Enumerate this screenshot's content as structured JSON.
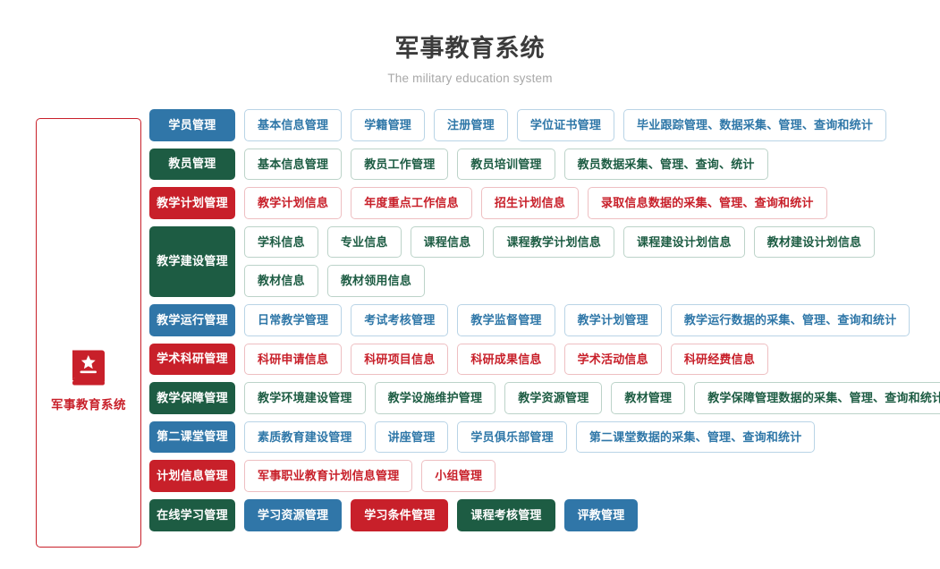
{
  "header": {
    "title": "军事教育系统",
    "subtitle": "The military education system"
  },
  "sidebar": {
    "icon": "book-star-icon",
    "label": "军事教育系统",
    "border_color": "#c8202a"
  },
  "colors": {
    "blue": "#3076a8",
    "green": "#1d5c43",
    "red": "#c8202a",
    "title": "#3b3b3b",
    "subtitle": "#a8a8a8"
  },
  "rows": [
    {
      "category": "学员管理",
      "color": "blue",
      "style": "outline",
      "lines": [
        [
          "基本信息管理",
          "学籍管理",
          "注册管理",
          "学位证书管理",
          "毕业跟踪管理、数据采集、管理、查询和统计"
        ]
      ]
    },
    {
      "category": "教员管理",
      "color": "green",
      "style": "outline",
      "lines": [
        [
          "基本信息管理",
          "教员工作管理",
          "教员培训管理",
          "教员数据采集、管理、查询、统计"
        ]
      ]
    },
    {
      "category": "教学计划管理",
      "color": "red",
      "style": "outline",
      "lines": [
        [
          "教学计划信息",
          "年度重点工作信息",
          "招生计划信息",
          "录取信息数据的采集、管理、查询和统计"
        ]
      ]
    },
    {
      "category": "教学建设管理",
      "color": "green",
      "style": "outline",
      "lines": [
        [
          "学科信息",
          "专业信息",
          "课程信息",
          "课程教学计划信息",
          "课程建设计划信息",
          "教材建设计划信息"
        ],
        [
          "教材信息",
          "教材领用信息"
        ]
      ]
    },
    {
      "category": "教学运行管理",
      "color": "blue",
      "style": "outline",
      "lines": [
        [
          "日常教学管理",
          "考试考核管理",
          "教学监督管理",
          "教学计划管理",
          "教学运行数据的采集、管理、查询和统计"
        ]
      ]
    },
    {
      "category": "学术科研管理",
      "color": "red",
      "style": "outline",
      "lines": [
        [
          "科研申请信息",
          "科研项目信息",
          "科研成果信息",
          "学术活动信息",
          "科研经费信息"
        ]
      ]
    },
    {
      "category": "教学保障管理",
      "color": "green",
      "style": "outline",
      "lines": [
        [
          "教学环境建设管理",
          "教学设施维护管理",
          "教学资源管理",
          "教材管理",
          "教学保障管理数据的采集、管理、查询和统计"
        ]
      ]
    },
    {
      "category": "第二课堂管理",
      "color": "blue",
      "style": "outline",
      "lines": [
        [
          "素质教育建设管理",
          "讲座管理",
          "学员俱乐部管理",
          "第二课堂数据的采集、管理、查询和统计"
        ]
      ]
    },
    {
      "category": "计划信息管理",
      "color": "red",
      "style": "outline",
      "lines": [
        [
          "军事职业教育计划信息管理",
          "小组管理"
        ]
      ]
    },
    {
      "category": "在线学习管理",
      "color": "green",
      "style": "solid",
      "lines": [
        [
          {
            "label": "学习资源管理",
            "color": "blue"
          },
          {
            "label": "学习条件管理",
            "color": "red"
          },
          {
            "label": "课程考核管理",
            "color": "green"
          },
          {
            "label": "评教管理",
            "color": "blue"
          }
        ]
      ]
    }
  ]
}
